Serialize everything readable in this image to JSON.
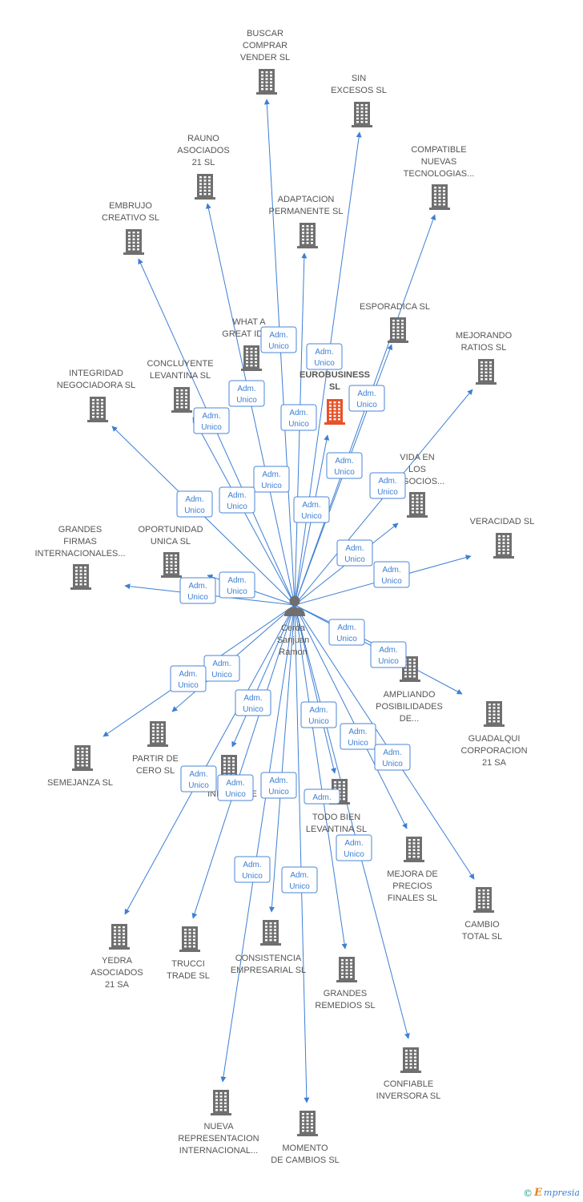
{
  "colors": {
    "edge": "#3d7fd4",
    "building": "#6f6f6f",
    "building_focus": "#e8522a",
    "person": "#6f6f6f",
    "label_text": "#555555",
    "edge_label_border": "#4a86d8"
  },
  "center": {
    "name_lines": [
      "Cerda",
      "Sanjuan",
      "Ramon"
    ],
    "icon": "person-icon"
  },
  "companies": [
    {
      "id": "buscar",
      "lines": [
        "BUSCAR",
        "COMPRAR",
        "VENDER SL"
      ]
    },
    {
      "id": "sin-excesos",
      "lines": [
        "SIN",
        "EXCESOS SL"
      ]
    },
    {
      "id": "rauno",
      "lines": [
        "RAUNO",
        "ASOCIADOS",
        "21 SL"
      ]
    },
    {
      "id": "compatible",
      "lines": [
        "COMPATIBLE",
        "NUEVAS",
        "TECNOLOGIAS..."
      ]
    },
    {
      "id": "embrujo",
      "lines": [
        "EMBRUJO",
        "CREATIVO SL"
      ]
    },
    {
      "id": "adaptacion",
      "lines": [
        "ADAPTACION",
        "PERMANENTE SL"
      ]
    },
    {
      "id": "esporadica",
      "lines": [
        "ESPORADICA SL"
      ]
    },
    {
      "id": "what-a",
      "lines": [
        "WHAT A",
        "GREAT IDE..."
      ]
    },
    {
      "id": "eurobusiness",
      "lines": [
        "...N",
        "EUROBUSINESS",
        "SL"
      ],
      "focus": true
    },
    {
      "id": "mejorando",
      "lines": [
        "MEJORANDO",
        "RATIOS SL"
      ]
    },
    {
      "id": "integridad",
      "lines": [
        "INTEGRIDAD",
        "NEGOCIADORA SL"
      ]
    },
    {
      "id": "concluyente",
      "lines": [
        "CONCLUYENTE",
        "LEVANTINA SL"
      ]
    },
    {
      "id": "vida-en",
      "lines": [
        "VIDA EN",
        "LOS",
        "NEGOCIOS..."
      ]
    },
    {
      "id": "veracidad",
      "lines": [
        "VERACIDAD SL"
      ]
    },
    {
      "id": "grandes-firmas",
      "lines": [
        "GRANDES",
        "FIRMAS",
        "INTERNACIONALES..."
      ]
    },
    {
      "id": "oportunidad",
      "lines": [
        "OPORTUNIDAD",
        "UNICA SL"
      ]
    },
    {
      "id": "ampliando",
      "lines": [
        "AMPLIANDO",
        "POSIBILIDADES",
        "DE..."
      ]
    },
    {
      "id": "guadalqui",
      "lines": [
        "GUADALQUI",
        "CORPORACION",
        "21 SA"
      ]
    },
    {
      "id": "partir",
      "lines": [
        "PARTIR DE",
        "CERO SL"
      ]
    },
    {
      "id": "semejanza",
      "lines": [
        "SEMEJANZA SL"
      ]
    },
    {
      "id": "inmobil",
      "lines": [
        "INMOBIL...E"
      ]
    },
    {
      "id": "todo-bien",
      "lines": [
        "TODO BIEN",
        "LEVANTINA SL"
      ]
    },
    {
      "id": "mejora",
      "lines": [
        "MEJORA DE",
        "PRECIOS",
        "FINALES SL"
      ]
    },
    {
      "id": "cambio",
      "lines": [
        "CAMBIO",
        "TOTAL SL"
      ]
    },
    {
      "id": "yedra",
      "lines": [
        "YEDRA",
        "ASOCIADOS",
        "21 SA"
      ]
    },
    {
      "id": "trucci",
      "lines": [
        "TRUCCI",
        "TRADE SL"
      ]
    },
    {
      "id": "consistencia",
      "lines": [
        "CONSISTENCIA",
        "EMPRESARIAL SL"
      ]
    },
    {
      "id": "grandes-remedios",
      "lines": [
        "GRANDES",
        "REMEDIOS SL"
      ]
    },
    {
      "id": "confiable",
      "lines": [
        "CONFIABLE",
        "INVERSORA SL"
      ]
    },
    {
      "id": "nueva",
      "lines": [
        "NUEVA",
        "REPRESENTACION",
        "INTERNACIONAL..."
      ]
    },
    {
      "id": "momento",
      "lines": [
        "MOMENTO",
        "DE CAMBIOS SL"
      ]
    }
  ],
  "edge_label": {
    "line1": "Adm.",
    "line2": "Unico"
  },
  "edge_label_short": {
    "line1": "Adm."
  },
  "footer": {
    "copyright": "©",
    "brand_first": "E",
    "brand_rest": "mpresia"
  }
}
